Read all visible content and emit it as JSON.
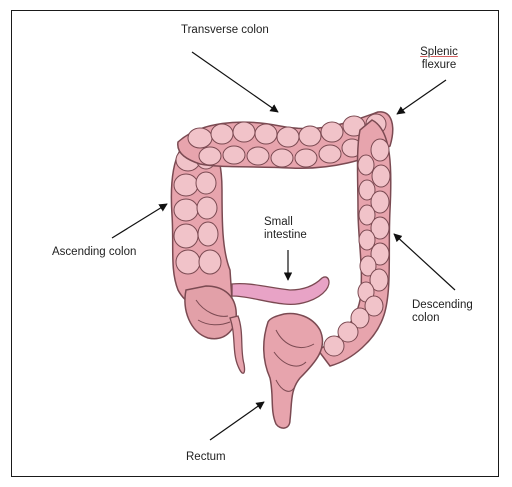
{
  "labels": {
    "transverse": "Transverse colon",
    "splenic_line1": "Splenic",
    "splenic_line2": "flexure",
    "ascending": "Ascending colon",
    "small_line1": "Small",
    "small_line2": "intestine",
    "descending_line1": "Descending",
    "descending_line2": "colon",
    "rectum": "Rectum"
  },
  "colors": {
    "colon_fill": "#e7a4ad",
    "colon_outline": "#7b4a52",
    "haustra_light": "#f1c3c9",
    "small_intestine": "#e8a3c6",
    "arrow": "#111111"
  }
}
